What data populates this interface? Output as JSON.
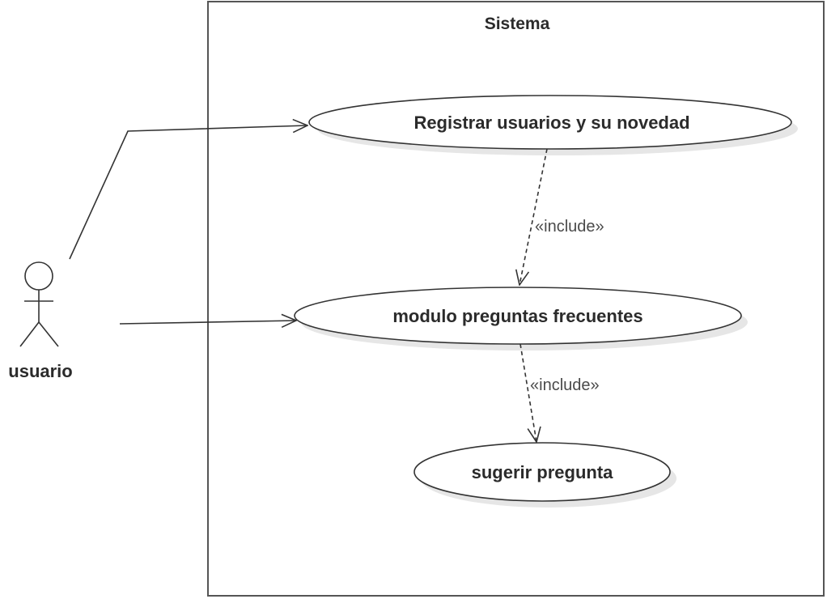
{
  "system": {
    "title": "Sistema"
  },
  "actor": {
    "name": "usuario"
  },
  "use_cases": [
    {
      "label": "Registrar usuarios y su novedad"
    },
    {
      "label": "modulo preguntas frecuentes"
    },
    {
      "label": "sugerir pregunta"
    }
  ],
  "relationships": [
    {
      "type": "association",
      "from": "usuario",
      "to": "Registrar usuarios y su novedad"
    },
    {
      "type": "association",
      "from": "usuario",
      "to": "modulo preguntas frecuentes"
    },
    {
      "type": "include",
      "label": "«include»",
      "from": "Registrar usuarios y su novedad",
      "to": "modulo preguntas frecuentes"
    },
    {
      "type": "include",
      "label": "«include»",
      "from": "modulo preguntas frecuentes",
      "to": "sugerir pregunta"
    }
  ],
  "colors": {
    "stroke": "#333333",
    "shadow": "#e6e6e6",
    "background": "#ffffff"
  }
}
